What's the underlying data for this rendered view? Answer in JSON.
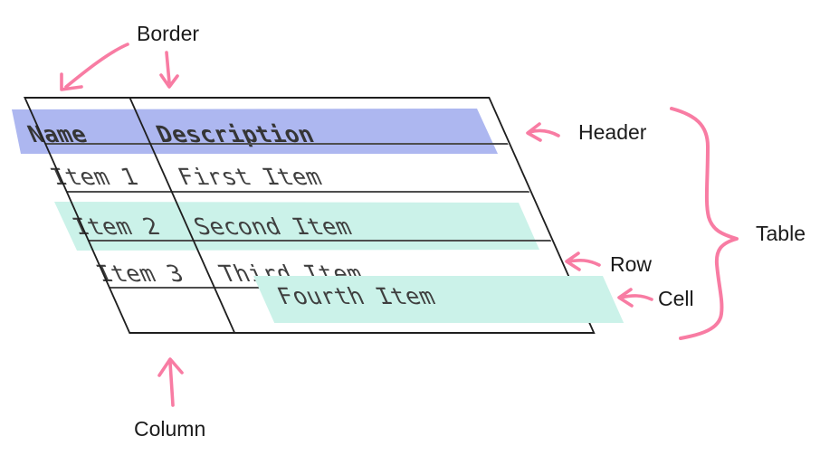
{
  "diagram": {
    "description": "table-anatomy-diagram",
    "labels": {
      "border": "Border",
      "header": "Header",
      "table": "Table",
      "row": "Row",
      "cell": "Cell",
      "column": "Column"
    },
    "table": {
      "headers": [
        "Name",
        "Description"
      ],
      "rows": [
        [
          "Item 1",
          "First Item"
        ],
        [
          "Item 2",
          "Second Item"
        ],
        [
          "Item 3",
          "Third Item"
        ],
        [
          "",
          ""
        ]
      ]
    },
    "overlay_cell": {
      "label": "Fourth Item"
    },
    "colors": {
      "header_highlight": "#adb7f0",
      "row_highlight": "#cbf2e9",
      "cell_highlight": "#cbf2e9",
      "annotation_pink": "#f87ca3",
      "table_border": "#1f1f1f",
      "row_separator": "#4e4e4e",
      "table_text": "#3f3f3f",
      "label_text": "#1b1b1b"
    }
  }
}
